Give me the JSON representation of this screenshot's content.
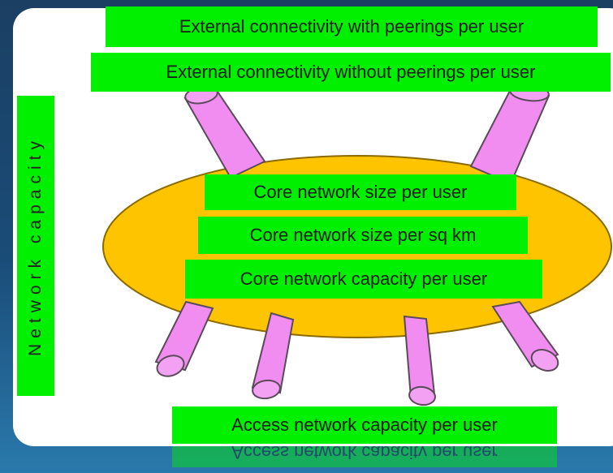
{
  "diagram": {
    "side_label": "Network capacity",
    "top_labels": [
      "External connectivity with peerings per user",
      "External connectivity without peerings per user"
    ],
    "core_labels": [
      "Core network size per user",
      "Core network size per sq km",
      "Core network capacity per user"
    ],
    "access_label": "Access network capacity per user",
    "colors": {
      "background": "#1e4f7d",
      "card": "#ffffff",
      "label_fill": "#00f000",
      "ellipse_fill": "#ffc400",
      "pipe_fill": "#f18cf0",
      "pipe_stroke": "#5b4b5a"
    }
  }
}
